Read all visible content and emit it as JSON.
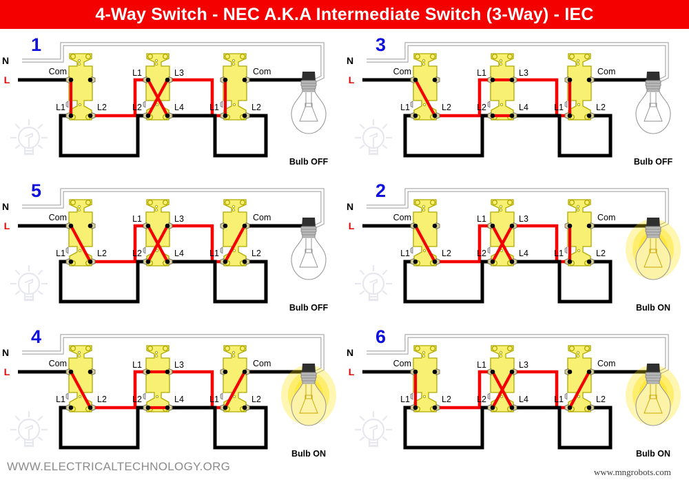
{
  "header": {
    "title": "4-Way Switch - NEC   A.K.A   Intermediate Switch (3-Way) - IEC",
    "bar_color": "#f40000",
    "text_color": "#ffffff"
  },
  "colors": {
    "live_wire": "#f40000",
    "black_wire": "#000000",
    "neutral_wire": "#ffffff",
    "switch_body": "#f7f072",
    "switch_outline": "#b0a800",
    "number": "#1111dd",
    "bulb_on_glow": "#ffe000",
    "footer_text": "#8b8b8b"
  },
  "terminal_labels": {
    "common": "Com",
    "sw1_l1": "L1",
    "sw1_l2": "L2",
    "mid_l1": "L1",
    "mid_l2": "L2",
    "mid_l3": "L3",
    "mid_l4": "L4",
    "sw3_l1": "L1",
    "sw3_l2": "L2",
    "neutral": "N",
    "live": "L"
  },
  "bulb_states": {
    "on": "Bulb ON",
    "off": "Bulb OFF"
  },
  "diagrams": [
    {
      "number": "1",
      "sw1_position": "vertical",
      "mid_position": "crossed",
      "sw3_position": "vertical",
      "bulb": "off",
      "bulb_label": "Bulb OFF"
    },
    {
      "number": "2",
      "sw1_position": "diagonal",
      "mid_position": "crossed",
      "sw3_position": "vertical",
      "bulb": "on",
      "bulb_label": "Bulb ON"
    },
    {
      "number": "3",
      "sw1_position": "diagonal",
      "mid_position": "straight",
      "sw3_position": "vertical",
      "bulb": "off",
      "bulb_label": "Bulb OFF"
    },
    {
      "number": "4",
      "sw1_position": "diagonal",
      "mid_position": "straight",
      "sw3_position": "reverse-diagonal",
      "bulb": "on",
      "bulb_label": "Bulb ON"
    },
    {
      "number": "5",
      "sw1_position": "diagonal",
      "mid_position": "crossed",
      "sw3_position": "reverse-diagonal",
      "bulb": "off",
      "bulb_label": "Bulb OFF"
    },
    {
      "number": "6",
      "sw1_position": "vertical",
      "mid_position": "crossed",
      "sw3_position": "reverse-diagonal",
      "bulb": "on",
      "bulb_label": "Bulb ON"
    }
  ],
  "footer": {
    "url": "WWW.ELECTRICALTECHNOLOGY.ORG",
    "watermark": "www.mngrobots.com"
  }
}
